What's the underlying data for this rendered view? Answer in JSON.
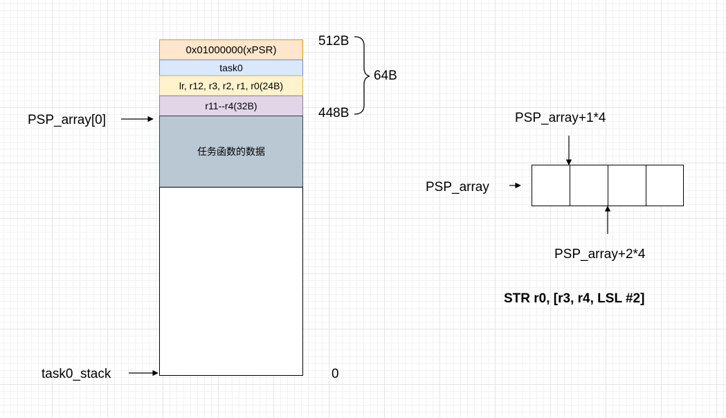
{
  "stack": {
    "blocks": [
      {
        "label": "0x01000000(xPSR)",
        "fill": "#ffe6cc",
        "stroke": "#d79b00"
      },
      {
        "label": "task0",
        "fill": "#dae8fc",
        "stroke": "#6c8ebf"
      },
      {
        "label": "lr, r12, r3, r2, r1, r0(24B)",
        "fill": "#fff2cc",
        "stroke": "#d6b656"
      },
      {
        "label": "r11--r4(32B)",
        "fill": "#e1d5e7",
        "stroke": "#9673a6"
      },
      {
        "label": "任务函数的数据",
        "fill": "#bac8d3",
        "stroke": "#23445d"
      }
    ],
    "size_top": "512B",
    "size_mid": "448B",
    "size_bottom": "0",
    "brace_label": "64B",
    "psp_entry_label": "PSP_array[0]",
    "base_label": "task0_stack"
  },
  "array": {
    "name_label": "PSP_array",
    "top_pointer_label": "PSP_array+1*4",
    "bottom_pointer_label": "PSP_array+2*4",
    "cell_count": 4
  },
  "instruction": "STR r0, [r3, r4, LSL #2]"
}
